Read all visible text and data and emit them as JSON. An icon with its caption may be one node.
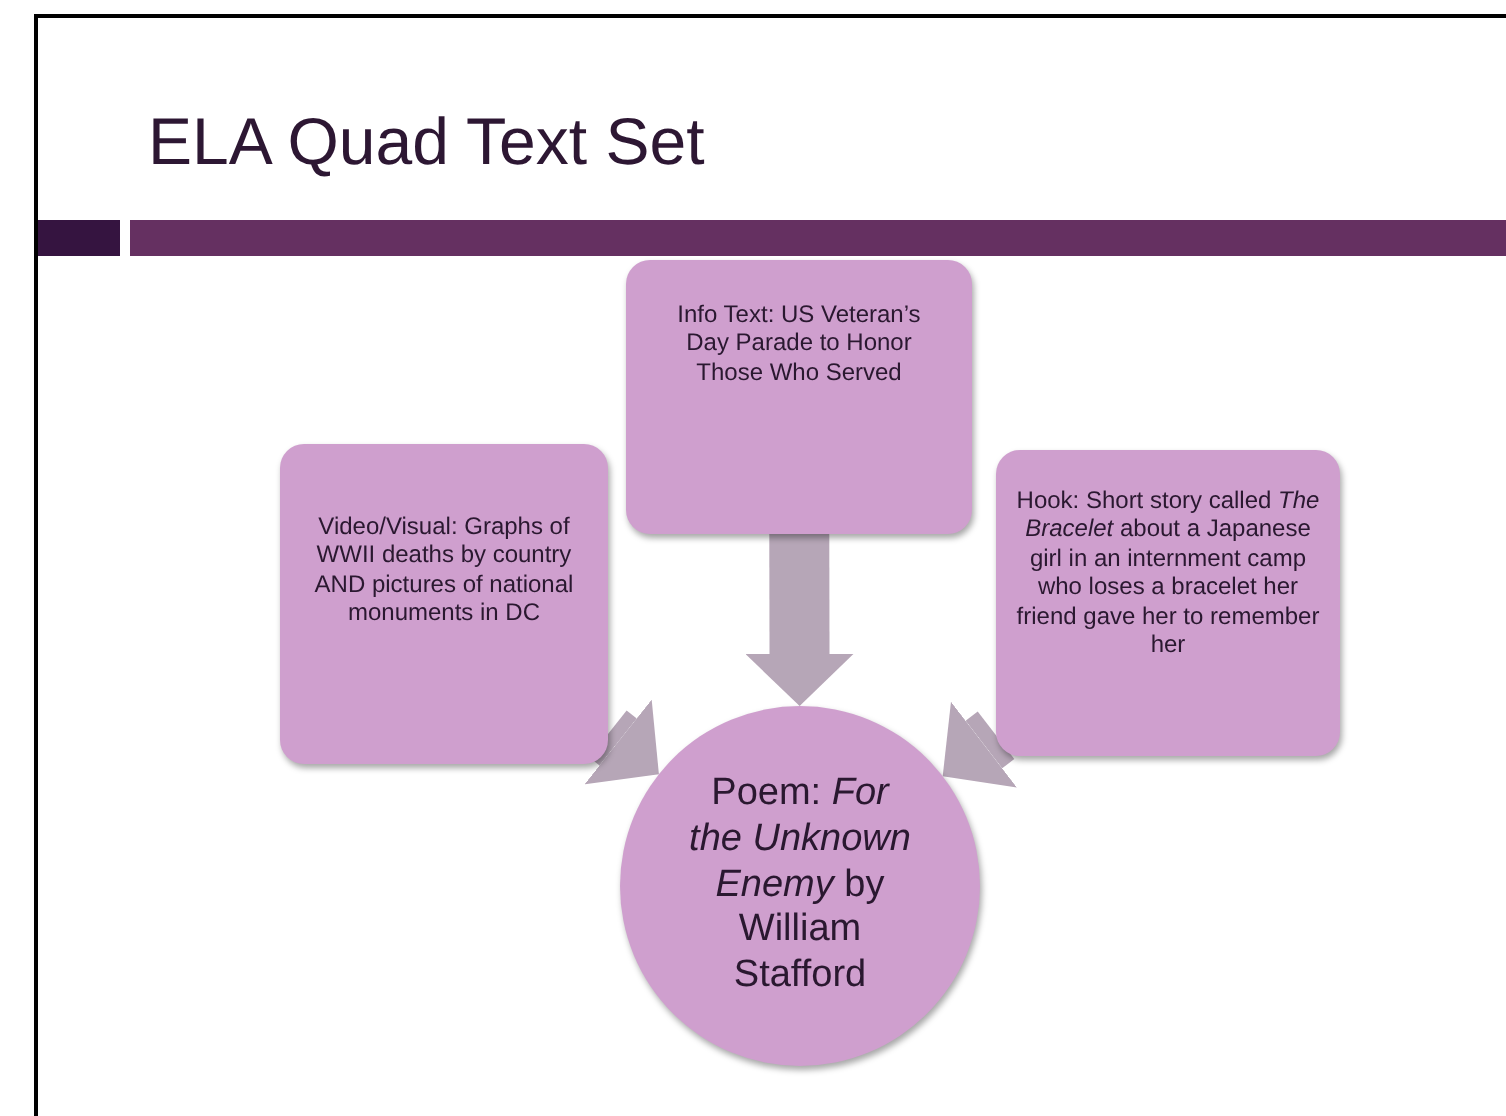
{
  "diagram": {
    "title": "ELA Quad Text Set",
    "nodes": [
      {
        "text": [
          "Info Text: US Veteran’s Day Parade to Honor Those Who Served"
        ]
      },
      {
        "text": [
          "Video/Visual: Graphs of WWII deaths by country AND pictures of national monuments in DC"
        ]
      },
      {
        "text": [
          "Hook: Short story called *The Bracelet* about a Japanese girl in an internment camp who loses a bracelet her friend gave her to remember her"
        ]
      },
      {
        "text": [
          "Poem: *For the Unknown Enemy* by William Stafford"
        ]
      }
    ],
    "edges": [
      {
        "from": 0,
        "to": 3,
        "arrow": "to"
      },
      {
        "from": 1,
        "to": 3,
        "arrow": "to"
      },
      {
        "from": 2,
        "to": 3,
        "arrow": "to"
      }
    ]
  }
}
